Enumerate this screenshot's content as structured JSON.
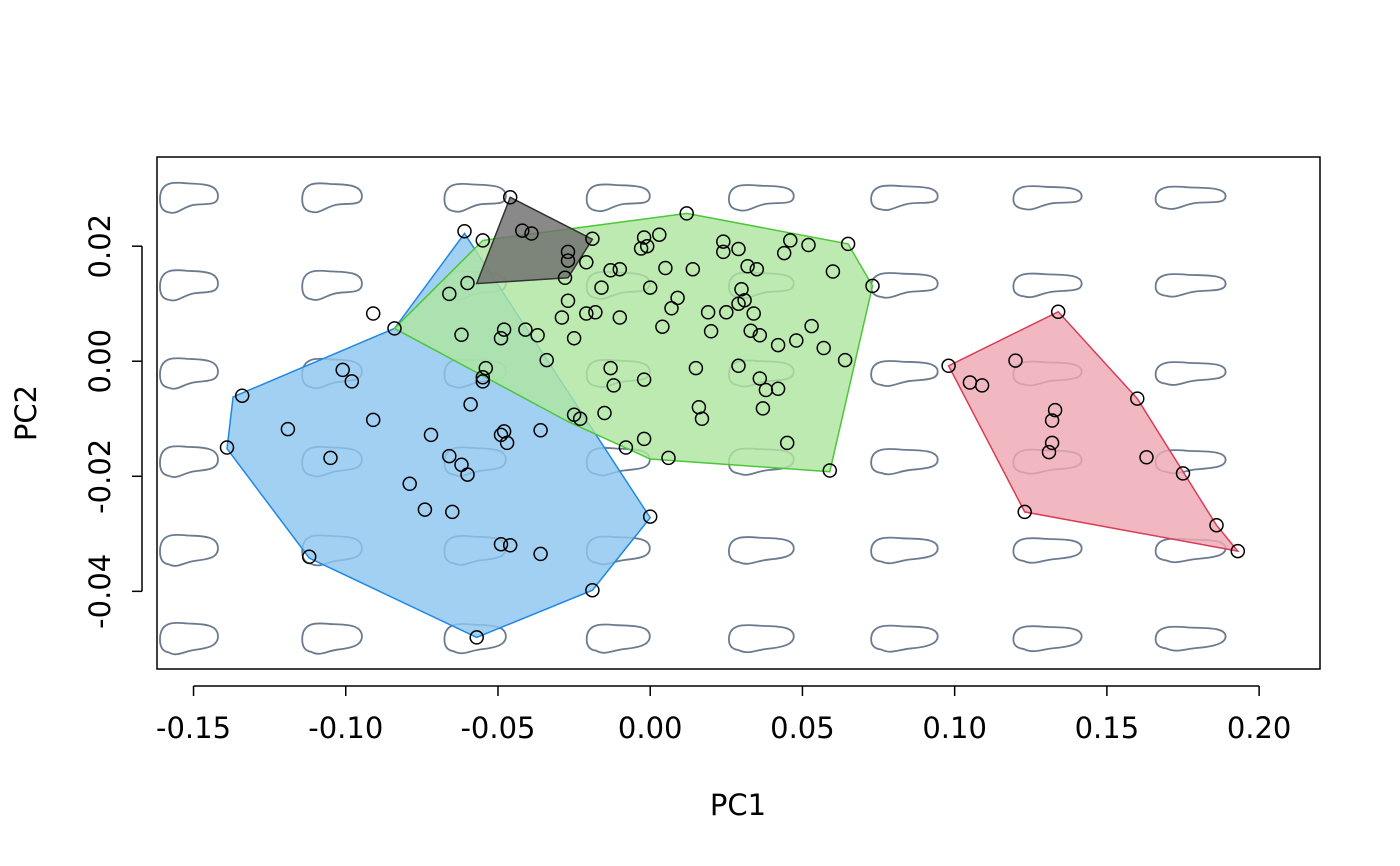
{
  "chart_data": {
    "type": "scatter",
    "title": "",
    "xlabel": "PC1",
    "ylabel": "PC2",
    "xlim": [
      -0.162,
      0.22
    ],
    "ylim": [
      -0.0535,
      0.0355
    ],
    "x_ticks": [
      -0.15,
      -0.1,
      -0.05,
      0.0,
      0.05,
      0.1,
      0.15,
      0.2
    ],
    "x_tick_labels": [
      "-0.15",
      "-0.10",
      "-0.05",
      "0.00",
      "0.05",
      "0.10",
      "0.15",
      "0.20"
    ],
    "y_ticks": [
      -0.04,
      -0.02,
      0.0,
      0.02
    ],
    "y_tick_labels": [
      "-0.04",
      "-0.02",
      "0.00",
      "0.02"
    ],
    "grid": false,
    "legend": "none",
    "shape_grid": {
      "color": "#6B7B8F",
      "x": [
        -0.1515,
        -0.1045,
        -0.0575,
        -0.0105,
        0.0365,
        0.0835,
        0.1305,
        0.1775
      ],
      "y": [
        0.0285,
        0.0133,
        -0.002,
        -0.0173,
        -0.0327,
        -0.048
      ]
    },
    "groups": [
      {
        "color": "#1E88E5",
        "fill": "#8DC6EF",
        "hull": [
          [
            -0.061,
            0.0222
          ],
          [
            -0.084,
            0.0057
          ],
          [
            -0.137,
            -0.0062
          ],
          [
            -0.139,
            -0.0152
          ],
          [
            -0.112,
            -0.0342
          ],
          [
            -0.057,
            -0.048
          ],
          [
            -0.019,
            -0.0398
          ],
          [
            0.0,
            -0.0272
          ]
        ],
        "points": [
          [
            -0.061,
            0.0226
          ],
          [
            -0.084,
            0.0057
          ],
          [
            -0.134,
            -0.006
          ],
          [
            -0.139,
            -0.015
          ],
          [
            -0.112,
            -0.034
          ],
          [
            -0.057,
            -0.048
          ],
          [
            -0.019,
            -0.0398
          ],
          [
            0.0,
            -0.027
          ],
          [
            -0.119,
            -0.0118
          ],
          [
            -0.101,
            -0.0015
          ],
          [
            -0.098,
            -0.0035
          ],
          [
            -0.091,
            -0.0102
          ],
          [
            -0.091,
            0.0083
          ],
          [
            -0.105,
            -0.0168
          ],
          [
            -0.079,
            -0.0213
          ],
          [
            -0.072,
            -0.0128
          ],
          [
            -0.066,
            -0.0165
          ],
          [
            -0.074,
            -0.0258
          ],
          [
            -0.065,
            -0.0262
          ],
          [
            -0.062,
            -0.018
          ],
          [
            -0.06,
            -0.0197
          ],
          [
            -0.059,
            -0.0075
          ],
          [
            -0.055,
            -0.0035
          ],
          [
            -0.054,
            -0.0012
          ],
          [
            -0.049,
            -0.0128
          ],
          [
            -0.048,
            -0.0122
          ],
          [
            -0.047,
            -0.0142
          ],
          [
            -0.049,
            -0.0318
          ],
          [
            -0.046,
            -0.032
          ],
          [
            -0.036,
            -0.012
          ],
          [
            -0.036,
            -0.0335
          ],
          [
            -0.055,
            -0.0028
          ]
        ]
      },
      {
        "color": "#4CC738",
        "fill": "#AEE5A0",
        "hull": [
          [
            -0.084,
            0.0057
          ],
          [
            -0.055,
            0.021
          ],
          [
            0.012,
            0.0257
          ],
          [
            0.065,
            0.0204
          ],
          [
            0.073,
            0.0131
          ],
          [
            0.059,
            -0.0192
          ],
          [
            0.0,
            -0.017
          ],
          [
            -0.027,
            -0.0105
          ]
        ],
        "points": [
          [
            0.012,
            0.0257
          ],
          [
            0.065,
            0.0204
          ],
          [
            0.073,
            0.0131
          ],
          [
            0.059,
            -0.019
          ],
          [
            0.006,
            -0.0168
          ],
          [
            -0.008,
            -0.015
          ],
          [
            -0.025,
            -0.0093
          ],
          [
            -0.023,
            -0.01
          ],
          [
            -0.015,
            -0.009
          ],
          [
            -0.002,
            -0.0135
          ],
          [
            0.016,
            -0.008
          ],
          [
            0.017,
            -0.01
          ],
          [
            0.045,
            -0.0142
          ],
          [
            -0.062,
            0.0046
          ],
          [
            -0.066,
            0.0117
          ],
          [
            -0.06,
            0.0136
          ],
          [
            -0.049,
            0.004
          ],
          [
            -0.048,
            0.0055
          ],
          [
            -0.041,
            0.0055
          ],
          [
            -0.037,
            0.0045
          ],
          [
            -0.034,
            0.0002
          ],
          [
            -0.027,
            0.0105
          ],
          [
            -0.028,
            0.0145
          ],
          [
            -0.027,
            0.0175
          ],
          [
            -0.027,
            0.019
          ],
          [
            -0.025,
            0.004
          ],
          [
            -0.021,
            0.0172
          ],
          [
            -0.021,
            0.0083
          ],
          [
            -0.019,
            0.0213
          ],
          [
            -0.018,
            0.0085
          ],
          [
            -0.016,
            0.0128
          ],
          [
            -0.013,
            0.0158
          ],
          [
            -0.01,
            0.016
          ],
          [
            -0.013,
            -0.0012
          ],
          [
            -0.012,
            -0.0042
          ],
          [
            -0.01,
            0.0076
          ],
          [
            -0.003,
            0.0196
          ],
          [
            -0.001,
            0.02
          ],
          [
            0.0,
            0.0128
          ],
          [
            -0.002,
            0.0215
          ],
          [
            0.003,
            0.022
          ],
          [
            0.005,
            0.0162
          ],
          [
            0.007,
            0.0092
          ],
          [
            0.009,
            0.011
          ],
          [
            0.004,
            0.006
          ],
          [
            0.014,
            0.016
          ],
          [
            0.015,
            -0.0012
          ],
          [
            0.019,
            0.0085
          ],
          [
            0.02,
            0.0052
          ],
          [
            0.024,
            0.0208
          ],
          [
            0.024,
            0.019
          ],
          [
            0.025,
            0.0085
          ],
          [
            0.029,
            0.0195
          ],
          [
            0.029,
            0.01
          ],
          [
            0.03,
            0.0125
          ],
          [
            0.031,
            0.0106
          ],
          [
            0.032,
            0.0165
          ],
          [
            0.033,
            0.0053
          ],
          [
            0.034,
            0.0083
          ],
          [
            0.035,
            0.016
          ],
          [
            0.036,
            0.0045
          ],
          [
            0.036,
            -0.003
          ],
          [
            0.037,
            -0.0082
          ],
          [
            0.038,
            -0.005
          ],
          [
            0.042,
            0.0028
          ],
          [
            0.042,
            -0.0048
          ],
          [
            0.044,
            0.0188
          ],
          [
            0.046,
            0.021
          ],
          [
            0.048,
            0.0036
          ],
          [
            0.052,
            0.0202
          ],
          [
            0.053,
            0.0061
          ],
          [
            0.057,
            0.0023
          ],
          [
            0.06,
            0.0156
          ],
          [
            0.064,
            0.0002
          ],
          [
            0.029,
            -0.0008
          ],
          [
            -0.002,
            -0.0032
          ],
          [
            -0.029,
            0.0076
          ]
        ]
      },
      {
        "color": "#333333",
        "fill": "#6F6F6F",
        "hull": [
          [
            -0.046,
            0.0285
          ],
          [
            -0.057,
            0.0135
          ],
          [
            -0.027,
            0.0145
          ],
          [
            -0.019,
            0.0212
          ]
        ],
        "points": [
          [
            -0.046,
            0.0285
          ],
          [
            -0.042,
            0.0227
          ],
          [
            -0.039,
            0.0222
          ],
          [
            -0.055,
            0.021
          ]
        ]
      },
      {
        "color": "#D93D55",
        "fill": "#EEA8B3",
        "hull": [
          [
            0.134,
            0.0086
          ],
          [
            0.098,
            -0.0008
          ],
          [
            0.123,
            -0.0262
          ],
          [
            0.193,
            -0.033
          ],
          [
            0.186,
            -0.0285
          ],
          [
            0.16,
            -0.0065
          ]
        ],
        "points": [
          [
            0.134,
            0.0086
          ],
          [
            0.098,
            -0.0008
          ],
          [
            0.105,
            -0.0037
          ],
          [
            0.109,
            -0.0042
          ],
          [
            0.12,
            0.0001
          ],
          [
            0.131,
            -0.0158
          ],
          [
            0.132,
            -0.0142
          ],
          [
            0.132,
            -0.0103
          ],
          [
            0.133,
            -0.0085
          ],
          [
            0.123,
            -0.0262
          ],
          [
            0.16,
            -0.0065
          ],
          [
            0.163,
            -0.0167
          ],
          [
            0.175,
            -0.0195
          ],
          [
            0.186,
            -0.0285
          ],
          [
            0.193,
            -0.033
          ]
        ]
      }
    ]
  }
}
